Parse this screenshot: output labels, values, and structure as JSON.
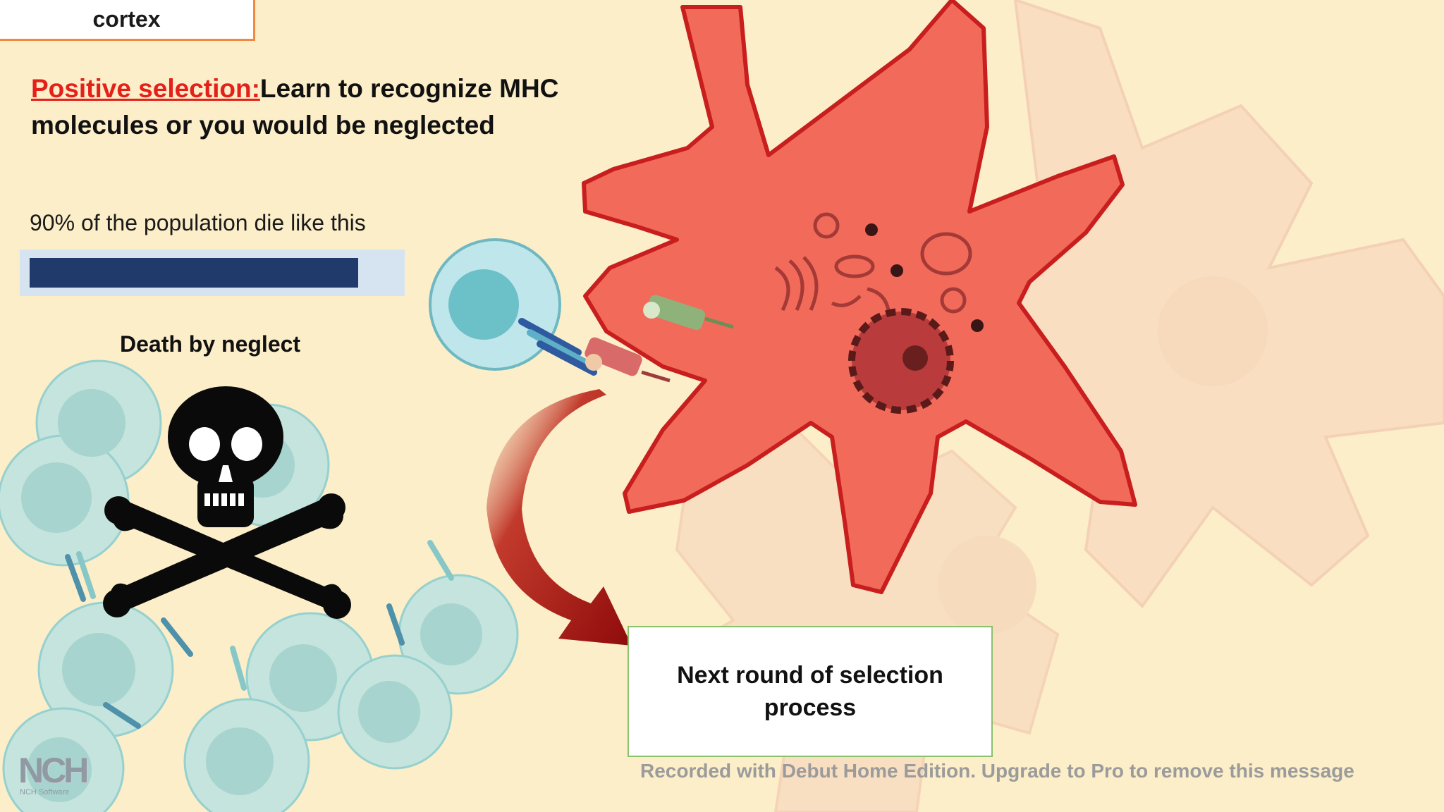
{
  "slide": {
    "region_label": "cortex",
    "heading_term": "Positive selection:",
    "heading_rest": "Learn to recognize MHC molecules or you would be neglected",
    "stat_text": "90% of the population die like this",
    "stat_fraction": 0.9,
    "caption_death": "Death by neglect",
    "next_round_text": "Next round of selection process"
  },
  "overlay": {
    "watermark": "Recorded with Debut Home Edition. Upgrade to Pro to remove this message",
    "logo_mark": "NCH",
    "logo_sub": "NCH Software"
  },
  "colors": {
    "background": "#fbeec9",
    "accent_red": "#e5201a",
    "dendritic_cell": "#f26a5a",
    "dendritic_outline": "#c81e1e",
    "t_cell": "#a9dde0",
    "progress_fill": "#1f3a6b",
    "arrow": "#a30f0f"
  },
  "icons": {
    "skull": "skull-crossbones-icon",
    "arrow": "curved-arrow-icon"
  }
}
